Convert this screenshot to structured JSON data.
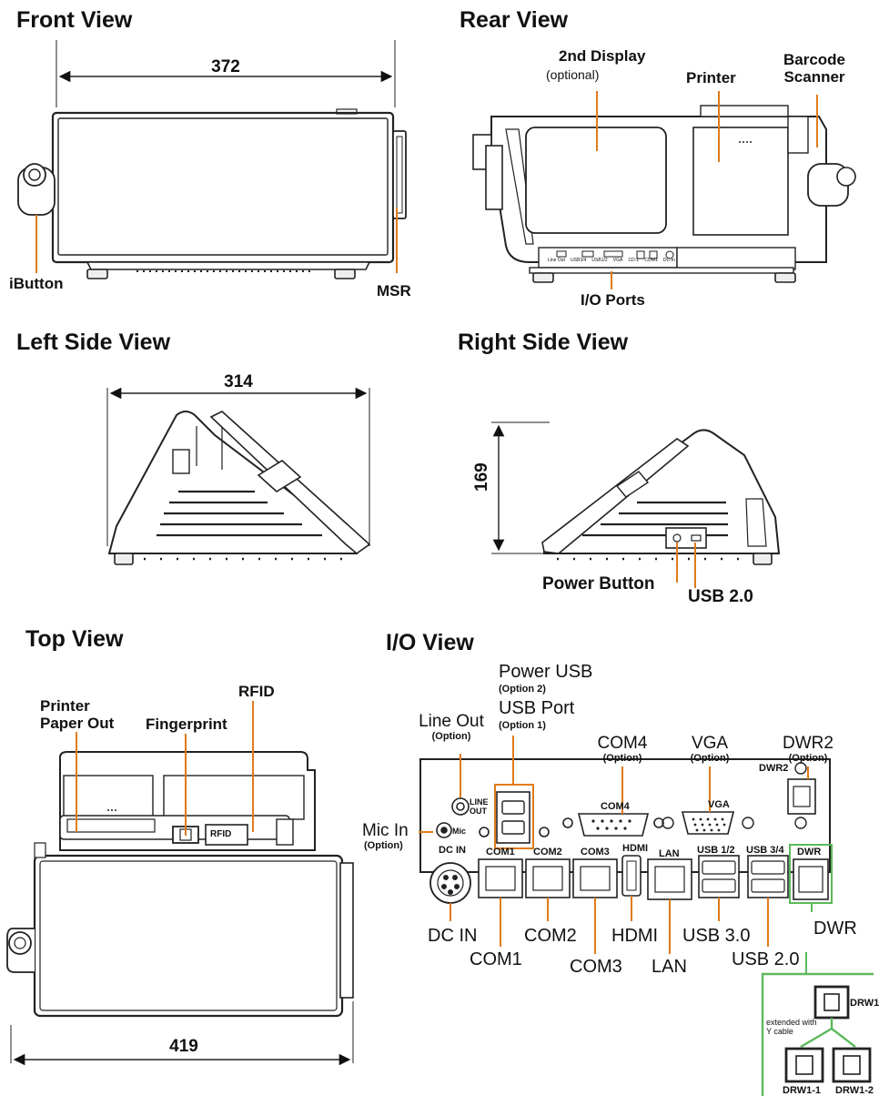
{
  "sections": {
    "front": "Front View",
    "rear": "Rear View",
    "left": "Left Side View",
    "right": "Right Side View",
    "top": "Top View",
    "io": "I/O View"
  },
  "dimensions": {
    "front_width": "372",
    "left_depth": "314",
    "right_height": "169",
    "top_width": "419"
  },
  "front_labels": {
    "ibutton": "iButton",
    "msr": "MSR"
  },
  "rear_labels": {
    "display_title": "2nd Display",
    "display_sub": "(optional)",
    "printer": "Printer",
    "barcode_1": "Barcode",
    "barcode_2": "Scanner",
    "io_ports": "I/O Ports",
    "strip": [
      "Line Out",
      "USB3/4",
      "USB1/2",
      "VGA",
      "CD-1",
      "COM1",
      "DC-In"
    ]
  },
  "right_labels": {
    "power_button": "Power Button",
    "usb20": "USB 2.0"
  },
  "top_labels": {
    "printer_1": "Printer",
    "printer_2": "Paper Out",
    "fingerprint": "Fingerprint",
    "rfid": "RFID",
    "rfid_logo": "RFID"
  },
  "io_callouts": {
    "power_usb": "Power USB",
    "option2": "(Option 2)",
    "usb_port": "USB Port",
    "option1": "(Option 1)",
    "line_out": "Line Out",
    "line_out_opt": "(Option)",
    "com4": "COM4",
    "com4_opt": "(Option)",
    "vga": "VGA",
    "vga_opt": "(Option)",
    "dwr2": "DWR2",
    "dwr2_opt": "(Option)",
    "mic_in": "Mic In",
    "mic_in_opt": "(Option)",
    "dc_in": "DC IN",
    "com1": "COM1",
    "com2": "COM2",
    "hdmi": "HDMI",
    "com3": "COM3",
    "usb30": "USB 3.0",
    "lan": "LAN",
    "usb20": "USB 2.0",
    "dwr": "DWR",
    "extended": "extended with",
    "ycable": "Y cable",
    "drw1": "DRW1",
    "drw1_1": "DRW1-1",
    "drw1_2": "DRW1-2"
  },
  "panel_labels": {
    "line": "LINE",
    "out": "OUT",
    "mic": "Mic",
    "dc_in": "DC IN",
    "com1": "COM1",
    "com2": "COM2",
    "com3": "COM3",
    "com4": "COM4",
    "hdmi": "HDMI",
    "lan": "LAN",
    "vga": "VGA",
    "usb12": "USB 1/2",
    "usb34": "USB 3/4",
    "dwr": "DWR",
    "dwr2": "DWR2"
  },
  "colors": {
    "accent": "#e07b1a",
    "green": "#5cb85c"
  }
}
